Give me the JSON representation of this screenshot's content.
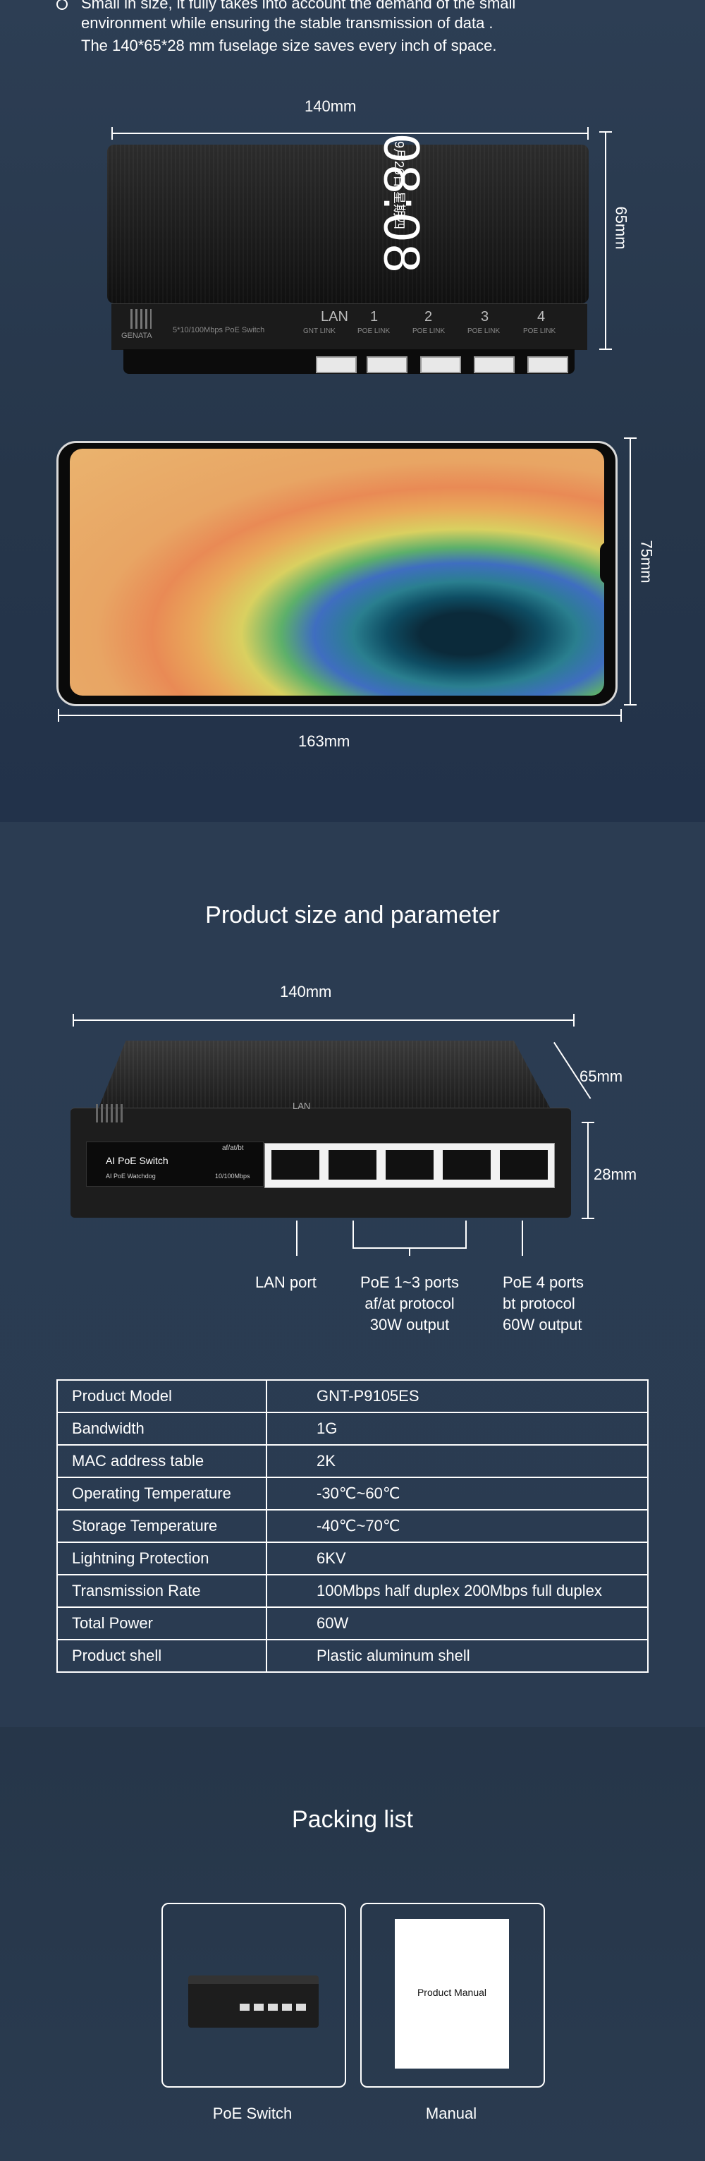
{
  "intro": {
    "line1": "Small in size, it fully takes into account the demand of the small",
    "line2": "environment while ensuring the stable transmission of data .",
    "line3": "The 140*65*28 mm fuselage size saves every inch of space."
  },
  "switch_top": {
    "width_label": "140mm",
    "height_label": "65mm",
    "brand": "GENATA",
    "front_text": "5*10/100Mbps PoE Switch",
    "port_labels": [
      "LAN",
      "1",
      "2",
      "3",
      "4"
    ],
    "port_sublabels": [
      "GNT LINK",
      "POE LINK",
      "POE LINK",
      "POE LINK",
      "POE LINK"
    ]
  },
  "phone": {
    "width_label": "163mm",
    "height_label": "75mm",
    "time": "08:08",
    "date": "9月26日 星期四"
  },
  "size_section": {
    "title": "Product size and parameter",
    "width_label": "140mm",
    "depth_label": "65mm",
    "height_label": "28mm",
    "lan_top_label": "LAN",
    "device_name": "AI PoE Switch",
    "device_sub": "AI PoE Watchdog",
    "device_speed": "10/100Mbps",
    "device_protocol": "af/at/bt",
    "callout_lan": "LAN port",
    "callout_poe13": [
      "PoE 1~3 ports",
      "af/at protocol",
      "30W output"
    ],
    "callout_poe4": [
      "PoE 4 ports",
      "bt protocol",
      "60W output"
    ]
  },
  "spec_table": [
    {
      "label": "Product Model",
      "value": "GNT-P9105ES"
    },
    {
      "label": "Bandwidth",
      "value": "1G"
    },
    {
      "label": "MAC address table",
      "value": "2K"
    },
    {
      "label": "Operating Temperature",
      "value": "-30℃~60℃"
    },
    {
      "label": "Storage Temperature",
      "value": "-40℃~70℃"
    },
    {
      "label": "Lightning Protection",
      "value": "6KV"
    },
    {
      "label": "Transmission Rate",
      "value": "100Mbps half duplex  200Mbps full duplex"
    },
    {
      "label": "Total Power",
      "value": "60W"
    },
    {
      "label": "Product shell",
      "value": "Plastic aluminum shell"
    }
  ],
  "packing": {
    "title": "Packing list",
    "item1_label": "PoE Switch",
    "item2_label": "Manual",
    "manual_text": "Product Manual"
  }
}
